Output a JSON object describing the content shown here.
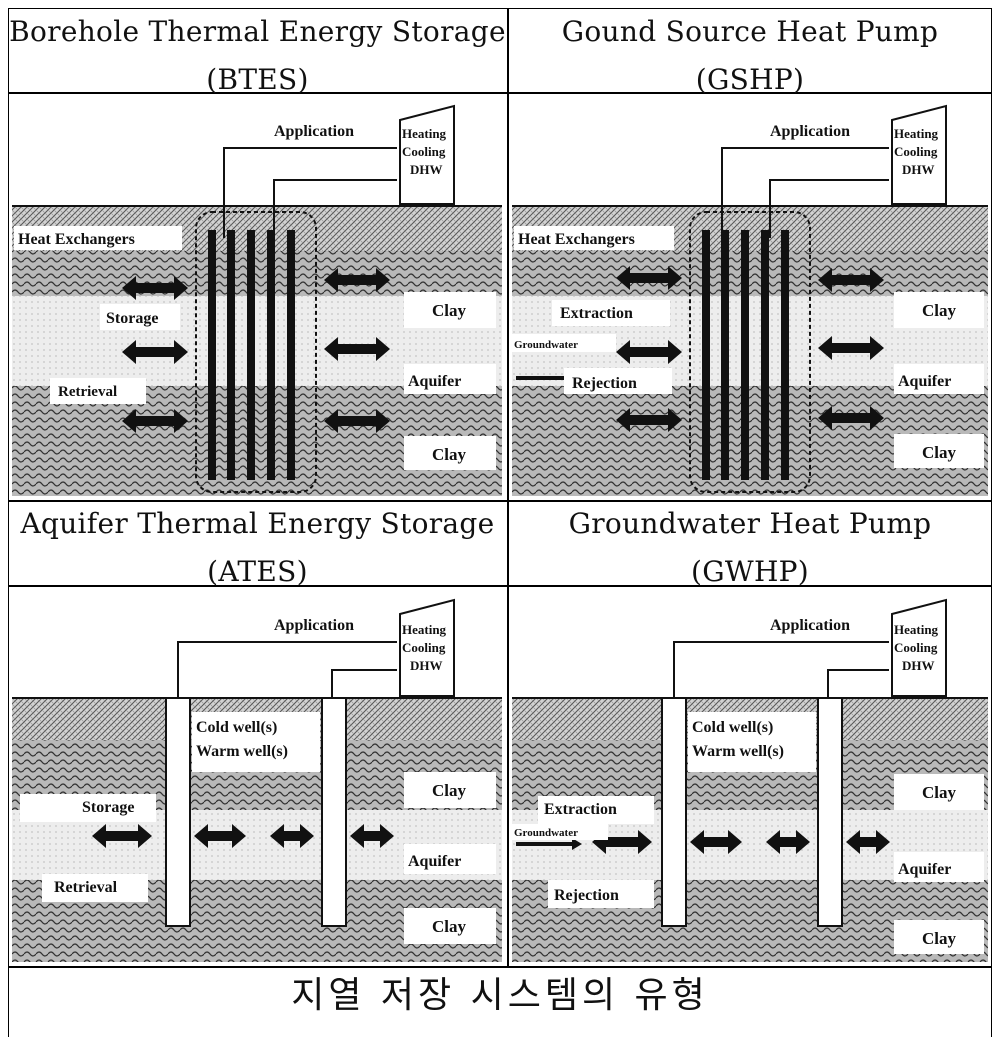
{
  "panels": [
    {
      "title_line1": "Borehole Thermal Energy Storage",
      "title_line2": "(BTES)",
      "labels": {
        "application": "Application",
        "box": [
          "Heating",
          "Cooling",
          "DHW"
        ],
        "heat_exchangers": "Heat Exchangers",
        "left1": "Storage",
        "left2": "Retrieval",
        "right_top": "Clay",
        "right_mid": "Aquifer",
        "right_bot": "Clay"
      }
    },
    {
      "title_line1": "Gound Source Heat Pump",
      "title_line2": "(GSHP)",
      "labels": {
        "application": "Application",
        "box": [
          "Heating",
          "Cooling",
          "DHW"
        ],
        "heat_exchangers": "Heat Exchangers",
        "left1": "Extraction",
        "groundwater": "Groundwater",
        "left2": "Rejection",
        "right_top": "Clay",
        "right_mid": "Aquifer",
        "right_bot": "Clay"
      }
    },
    {
      "title_line1": "Aquifer Thermal Energy Storage",
      "title_line2": "(ATES)",
      "labels": {
        "application": "Application",
        "box": [
          "Heating",
          "Cooling",
          "DHW"
        ],
        "wells1": "Cold well(s)",
        "wells2": "Warm well(s)",
        "left1": "Storage",
        "left2": "Retrieval",
        "right_top": "Clay",
        "right_mid": "Aquifer",
        "right_bot": "Clay"
      }
    },
    {
      "title_line1": "Groundwater Heat Pump",
      "title_line2": "(GWHP)",
      "labels": {
        "application": "Application",
        "box": [
          "Heating",
          "Cooling",
          "DHW"
        ],
        "wells1": "Cold well(s)",
        "wells2": "Warm well(s)",
        "left1": "Extraction",
        "groundwater": "Groundwater",
        "left2": "Rejection",
        "right_top": "Clay",
        "right_mid": "Aquifer",
        "right_bot": "Clay"
      }
    }
  ],
  "caption": "지열 저장 시스템의 유형"
}
